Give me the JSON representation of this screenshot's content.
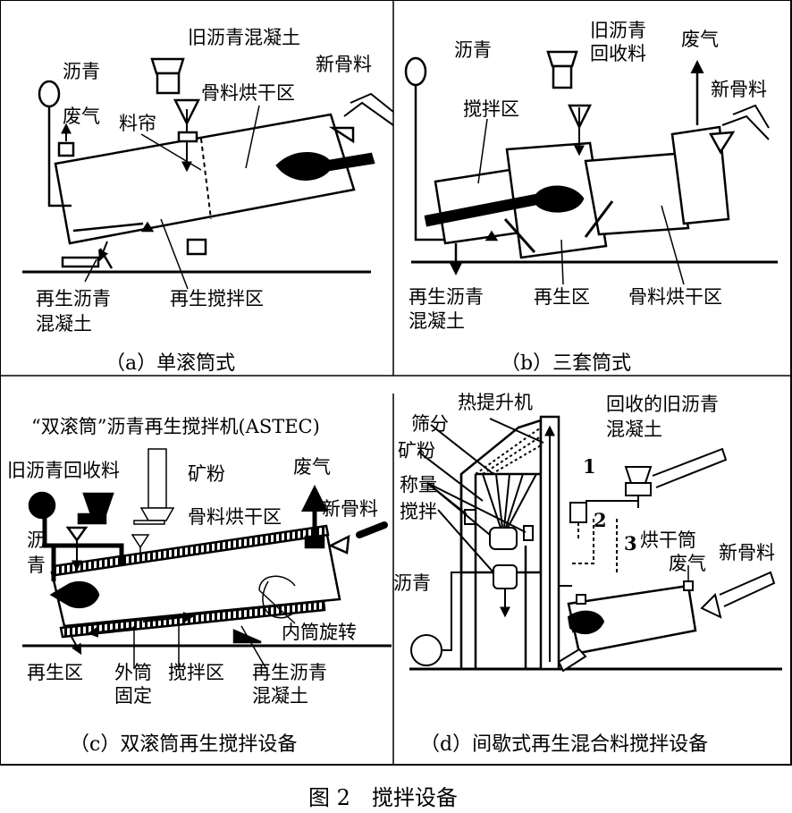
{
  "figure_title": "图 2　搅拌设备",
  "panels": {
    "a": {
      "caption": "（a）单滚筒式",
      "labels": {
        "old_rap": "旧沥青混凝土",
        "asphalt": "沥青",
        "new_agg": "新骨料",
        "exhaust": "废气",
        "curtain": "料帘",
        "drying_zone": "骨料烘干区",
        "recycled_1": "再生沥青",
        "recycled_2": "混凝土",
        "mix_zone": "再生搅拌区"
      }
    },
    "b": {
      "caption": "（b）三套筒式",
      "labels": {
        "asphalt": "沥青",
        "rap_1": "旧沥青",
        "rap_2": "回收料",
        "exhaust": "废气",
        "new_agg": "新骨料",
        "mix_zone": "搅拌区",
        "recycled_1": "再生沥青",
        "recycled_2": "混凝土",
        "regen_zone": "再生区",
        "drying_zone": "骨料烘干区"
      }
    },
    "c": {
      "caption": "（c）双滚筒再生搅拌设备",
      "labels": {
        "heading": "“双滚筒”沥青再生搅拌机(ASTEC)",
        "rap": "旧沥青回收料",
        "mineral": "矿粉",
        "exhaust": "废气",
        "asphalt_1": "沥",
        "asphalt_2": "青",
        "drying_zone": "骨料烘干区",
        "new_agg": "新骨料",
        "inner_rotate": "内筒旋转",
        "regen_zone": "再生区",
        "outer_1": "外筒",
        "outer_2": "固定",
        "mix_zone": "搅拌区",
        "recycled_1": "再生沥青",
        "recycled_2": "混凝土"
      }
    },
    "d": {
      "caption": "（d）间歇式再生混合料搅拌设备",
      "labels": {
        "screen": "筛分",
        "hot_elevator": "热提升机",
        "rap_1": "回收的旧沥青",
        "rap_2": "混凝土",
        "mineral": "矿粉",
        "weigh": "称量",
        "mix": "搅拌",
        "asphalt": "沥青",
        "num_1": "1",
        "num_2": "2",
        "num_3": "3",
        "dryer": "烘干筒",
        "new_agg": "新骨料",
        "exhaust": "废气"
      }
    }
  }
}
